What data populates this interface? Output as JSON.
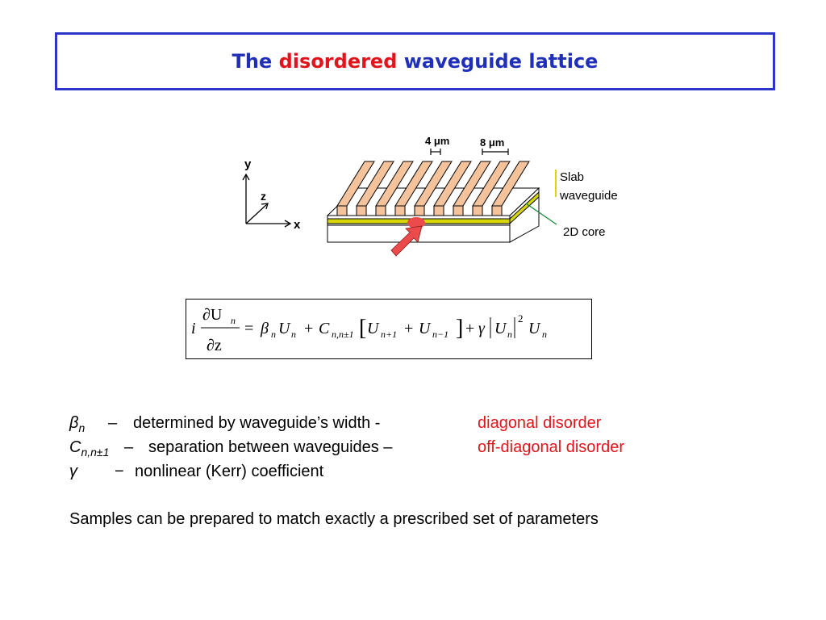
{
  "title": {
    "prefix": "The",
    "highlight": "disordered",
    "suffix": "waveguide lattice"
  },
  "figure": {
    "dim_4": "4 μm",
    "dim_8": "8 μm",
    "axis_y": "y",
    "axis_z": "z",
    "axis_x": "x",
    "label_slab_line1": "Slab",
    "label_slab_line2": "waveguide",
    "label_core": "2D core",
    "colors": {
      "stripe": "#f5c39b",
      "stripe_edge": "#7a4a2a",
      "slab": "#d6d60a",
      "arrow": "#ec4b4b"
    }
  },
  "equation": {
    "lhs_i": "i",
    "lhs_num": "∂U",
    "lhs_num_sub": "n",
    "lhs_den": "∂z",
    "eq": "=",
    "beta": "β",
    "beta_sub": "n",
    "U1": "U",
    "U1_sub": "n",
    "plus1": "+",
    "C": "C",
    "C_sub": "n,n±1",
    "U2": "U",
    "U2_sub": "n+1",
    "plus2": "+",
    "U3": "U",
    "U3_sub": "n−1",
    "plus3": "+",
    "gamma": "γ",
    "U4": "U",
    "U4_sub": "n",
    "pow": "2",
    "U5": "U",
    "U5_sub": "n"
  },
  "definitions": [
    {
      "symbol": "β",
      "sub": "n",
      "dash": "–",
      "text": "determined by waveguide’s width  -",
      "tag": "diagonal disorder"
    },
    {
      "symbol": "C",
      "sub": "n,n±1",
      "dash": "–",
      "text": "separation between waveguides  –",
      "tag": "off-diagonal disorder"
    },
    {
      "symbol": "γ",
      "sub": "",
      "dash": "−",
      "text": "nonlinear (Kerr) coefficient",
      "tag": ""
    }
  ],
  "note": "Samples can be prepared to match exactly a prescribed set of parameters"
}
